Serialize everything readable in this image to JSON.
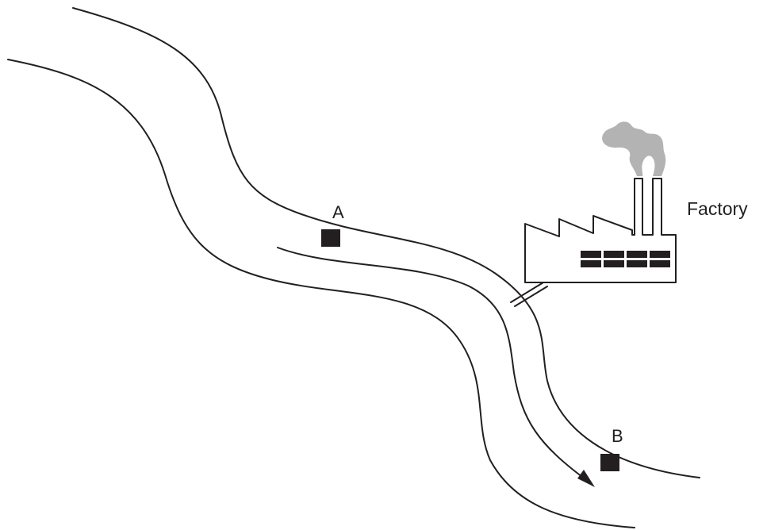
{
  "labels": {
    "point_a": "A",
    "point_b": "B",
    "factory": "Factory"
  },
  "colors": {
    "line": "#231f20",
    "sampling_site": "#231f20",
    "smoke": "#b3b3b3",
    "background": "#ffffff"
  },
  "icons": {
    "flow": "arrow-icon",
    "factory": "factory-icon",
    "smoke": "smoke-icon",
    "outlet": "discharge-pipe-icon",
    "site": "square-marker-icon"
  }
}
